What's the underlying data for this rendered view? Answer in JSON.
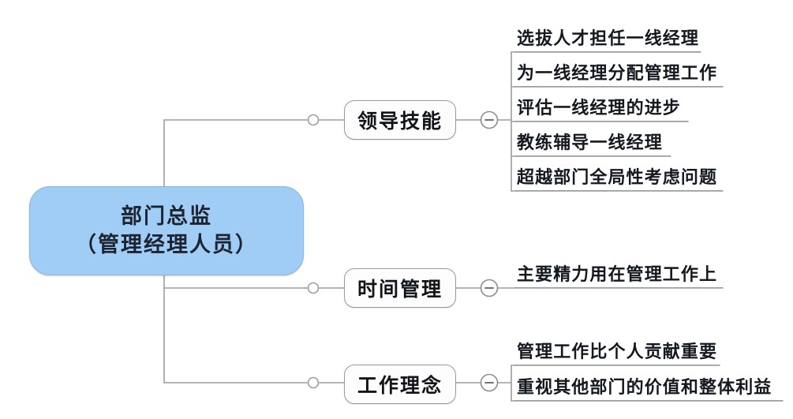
{
  "diagram": {
    "type": "mindmap",
    "orientation": "left-to-right",
    "colors": {
      "root_fill": "#9fcdf5",
      "root_border": "#8fb6d8",
      "root_text": "#1d2330",
      "node_fill": "#fdfdfd",
      "node_border": "#9a9a9a",
      "connector": "#9d9d9d",
      "leaf_text": "#14181f",
      "background": "#ffffff"
    },
    "root": {
      "line1": "部门总监",
      "line2": "（管理经理人员）"
    },
    "branches": [
      {
        "label": "领导技能",
        "toggle": "−",
        "collapse_state": "expanded",
        "leaves": [
          "选拔人才担任一线经理",
          "为一线经理分配管理工作",
          "评估一线经理的进步",
          "教练辅导一线经理",
          "超越部门全局性考虑问题"
        ]
      },
      {
        "label": "时间管理",
        "toggle": "−",
        "collapse_state": "expanded",
        "leaves": [
          "主要精力用在管理工作上"
        ]
      },
      {
        "label": "工作理念",
        "toggle": "−",
        "collapse_state": "expanded",
        "leaves": [
          "管理工作比个人贡献重要",
          "重视其他部门的价值和整体利益"
        ]
      }
    ]
  }
}
